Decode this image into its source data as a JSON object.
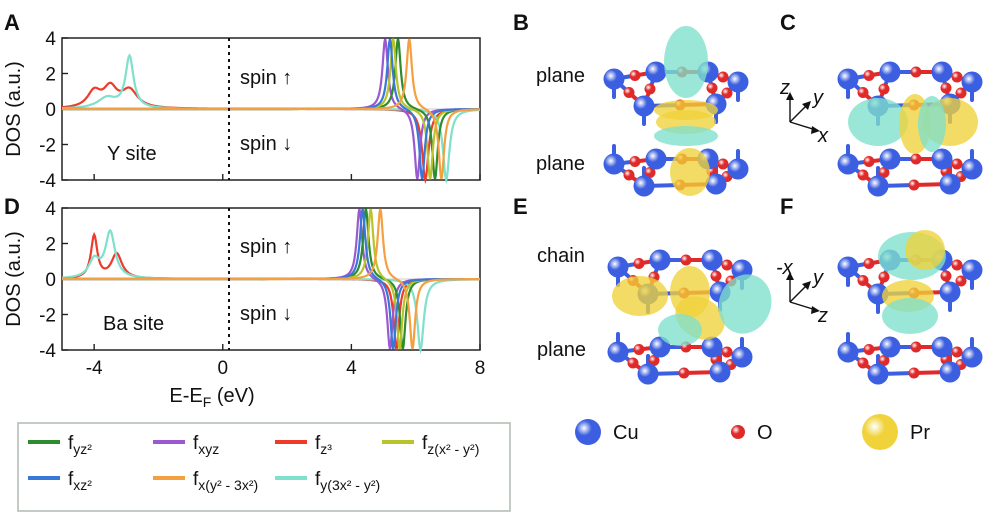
{
  "panels": {
    "A": "A",
    "B": "B",
    "C": "C",
    "D": "D",
    "E": "E",
    "F": "F"
  },
  "colors": {
    "f_yz2": "#2e8b2e",
    "f_xyz": "#9b59d0",
    "f_z3": "#ee3b2b",
    "f_zx2y2": "#b7c42a",
    "f_xz2": "#3a78d8",
    "f_xy23x2": "#f5a040",
    "f_y3x2y2": "#7fe0cc",
    "cu": "#3b5fe0",
    "o": "#e02a2a",
    "pr": "#f0d23a"
  },
  "annotations": {
    "spin_up": "spin ↑",
    "spin_down": "spin ↓",
    "y_site": "Y site",
    "ba_site": "Ba site"
  },
  "structure_labels": {
    "plane_top_B": "plane",
    "plane_bottom_B": "plane",
    "chain_E": "chain",
    "plane_E": "plane",
    "axes_C": {
      "z": "z",
      "y": "y",
      "x": "x"
    },
    "axes_F": {
      "x": "-x",
      "y": "y",
      "z": "z"
    }
  },
  "atom_legend": [
    {
      "label": "Cu",
      "color": "#3b5fe0"
    },
    {
      "label": "O",
      "color": "#e02a2a"
    },
    {
      "label": "Pr",
      "color": "#f0d23a"
    }
  ],
  "orbital_legend": [
    {
      "label": "f_yz²",
      "color": "#2e8b2e"
    },
    {
      "label": "f_xyz",
      "color": "#9b59d0"
    },
    {
      "label": "f_z³",
      "color": "#ee3b2b"
    },
    {
      "label": "f_z(x² - y²)",
      "color": "#b7c42a"
    },
    {
      "label": "f_xz²",
      "color": "#3a78d8"
    },
    {
      "label": "f_x(y² - 3x²)",
      "color": "#f5a040"
    },
    {
      "label": "f_y(3x² - y²)",
      "color": "#7fe0cc"
    }
  ],
  "chart_data": [
    {
      "type": "line",
      "panel": "A",
      "xlabel": "",
      "ylabel": "DOS (a.u.)",
      "xlim": [
        -5,
        8
      ],
      "ylim": [
        -4,
        4
      ],
      "yticks": [
        -4,
        -2,
        0,
        2,
        4
      ],
      "yticklabels": [
        "-4",
        "-2",
        "0",
        "2",
        "4"
      ],
      "xticks": [
        -4,
        0,
        4,
        8
      ],
      "xticklabels": [],
      "fermi_level": 0,
      "series": [
        {
          "key": "f_z3",
          "up_peaks": [
            [
              -4.0,
              0.9,
              0.25
            ],
            [
              -3.5,
              1.1,
              0.25
            ],
            [
              -2.9,
              1.0,
              0.3
            ]
          ],
          "dn_peaks": [
            [
              6.3,
              -4.0,
              0.12
            ]
          ]
        },
        {
          "key": "f_y3x2y2",
          "up_peaks": [
            [
              -3.6,
              0.6,
              0.35
            ],
            [
              -2.9,
              2.9,
              0.15
            ]
          ],
          "dn_peaks": [
            [
              6.95,
              -4.0,
              0.12
            ]
          ]
        },
        {
          "key": "f_xyz",
          "up_peaks": [
            [
              5.05,
              4.0,
              0.1
            ]
          ],
          "dn_peaks": [
            [
              6.05,
              -4.0,
              0.1
            ]
          ]
        },
        {
          "key": "f_yz2",
          "up_peaks": [
            [
              5.45,
              4.0,
              0.1
            ]
          ],
          "dn_peaks": [
            [
              6.6,
              -4.0,
              0.1
            ]
          ]
        },
        {
          "key": "f_zx2y2",
          "up_peaks": [
            [
              5.3,
              4.0,
              0.1
            ]
          ],
          "dn_peaks": [
            [
              6.45,
              -4.0,
              0.1
            ]
          ]
        },
        {
          "key": "f_xz2",
          "up_peaks": [
            [
              5.2,
              4.0,
              0.1
            ]
          ],
          "dn_peaks": [
            [
              6.2,
              -4.0,
              0.1
            ]
          ]
        },
        {
          "key": "f_xy23x2",
          "up_peaks": [
            [
              5.8,
              4.0,
              0.1
            ]
          ],
          "dn_peaks": [
            [
              6.8,
              -4.0,
              0.1
            ]
          ]
        }
      ]
    },
    {
      "type": "line",
      "panel": "D",
      "xlabel": "E-E_F (eV)",
      "ylabel": "DOS (a.u.)",
      "xlim": [
        -5,
        8
      ],
      "ylim": [
        -4,
        4
      ],
      "yticks": [
        -4,
        -2,
        0,
        2,
        4
      ],
      "yticklabels": [
        "-4",
        "-2",
        "0",
        "2",
        "4"
      ],
      "xticks": [
        -4,
        0,
        4,
        8
      ],
      "xticklabels": [
        "-4",
        "0",
        "4",
        "8"
      ],
      "fermi_level": 0,
      "series": [
        {
          "key": "f_z3",
          "up_peaks": [
            [
              -4.0,
              2.4,
              0.12
            ],
            [
              -3.3,
              1.4,
              0.2
            ]
          ],
          "dn_peaks": [
            [
              5.4,
              -4.0,
              0.1
            ]
          ]
        },
        {
          "key": "f_y3x2y2",
          "up_peaks": [
            [
              -3.5,
              2.6,
              0.18
            ],
            [
              -4.0,
              1.0,
              0.2
            ]
          ],
          "dn_peaks": [
            [
              6.15,
              -4.0,
              0.12
            ]
          ]
        },
        {
          "key": "f_xyz",
          "up_peaks": [
            [
              4.25,
              4.0,
              0.1
            ]
          ],
          "dn_peaks": [
            [
              5.2,
              -4.0,
              0.1
            ]
          ]
        },
        {
          "key": "f_yz2",
          "up_peaks": [
            [
              4.45,
              4.0,
              0.1
            ]
          ],
          "dn_peaks": [
            [
              5.6,
              -4.0,
              0.1
            ]
          ]
        },
        {
          "key": "f_zx2y2",
          "up_peaks": [
            [
              4.6,
              4.0,
              0.1
            ]
          ],
          "dn_peaks": [
            [
              5.5,
              -4.0,
              0.1
            ]
          ]
        },
        {
          "key": "f_xz2",
          "up_peaks": [
            [
              4.35,
              4.0,
              0.1
            ]
          ],
          "dn_peaks": [
            [
              5.3,
              -4.0,
              0.1
            ]
          ]
        },
        {
          "key": "f_xy23x2",
          "up_peaks": [
            [
              4.9,
              4.0,
              0.1
            ]
          ],
          "dn_peaks": [
            [
              5.9,
              -4.0,
              0.1
            ]
          ]
        }
      ]
    }
  ]
}
